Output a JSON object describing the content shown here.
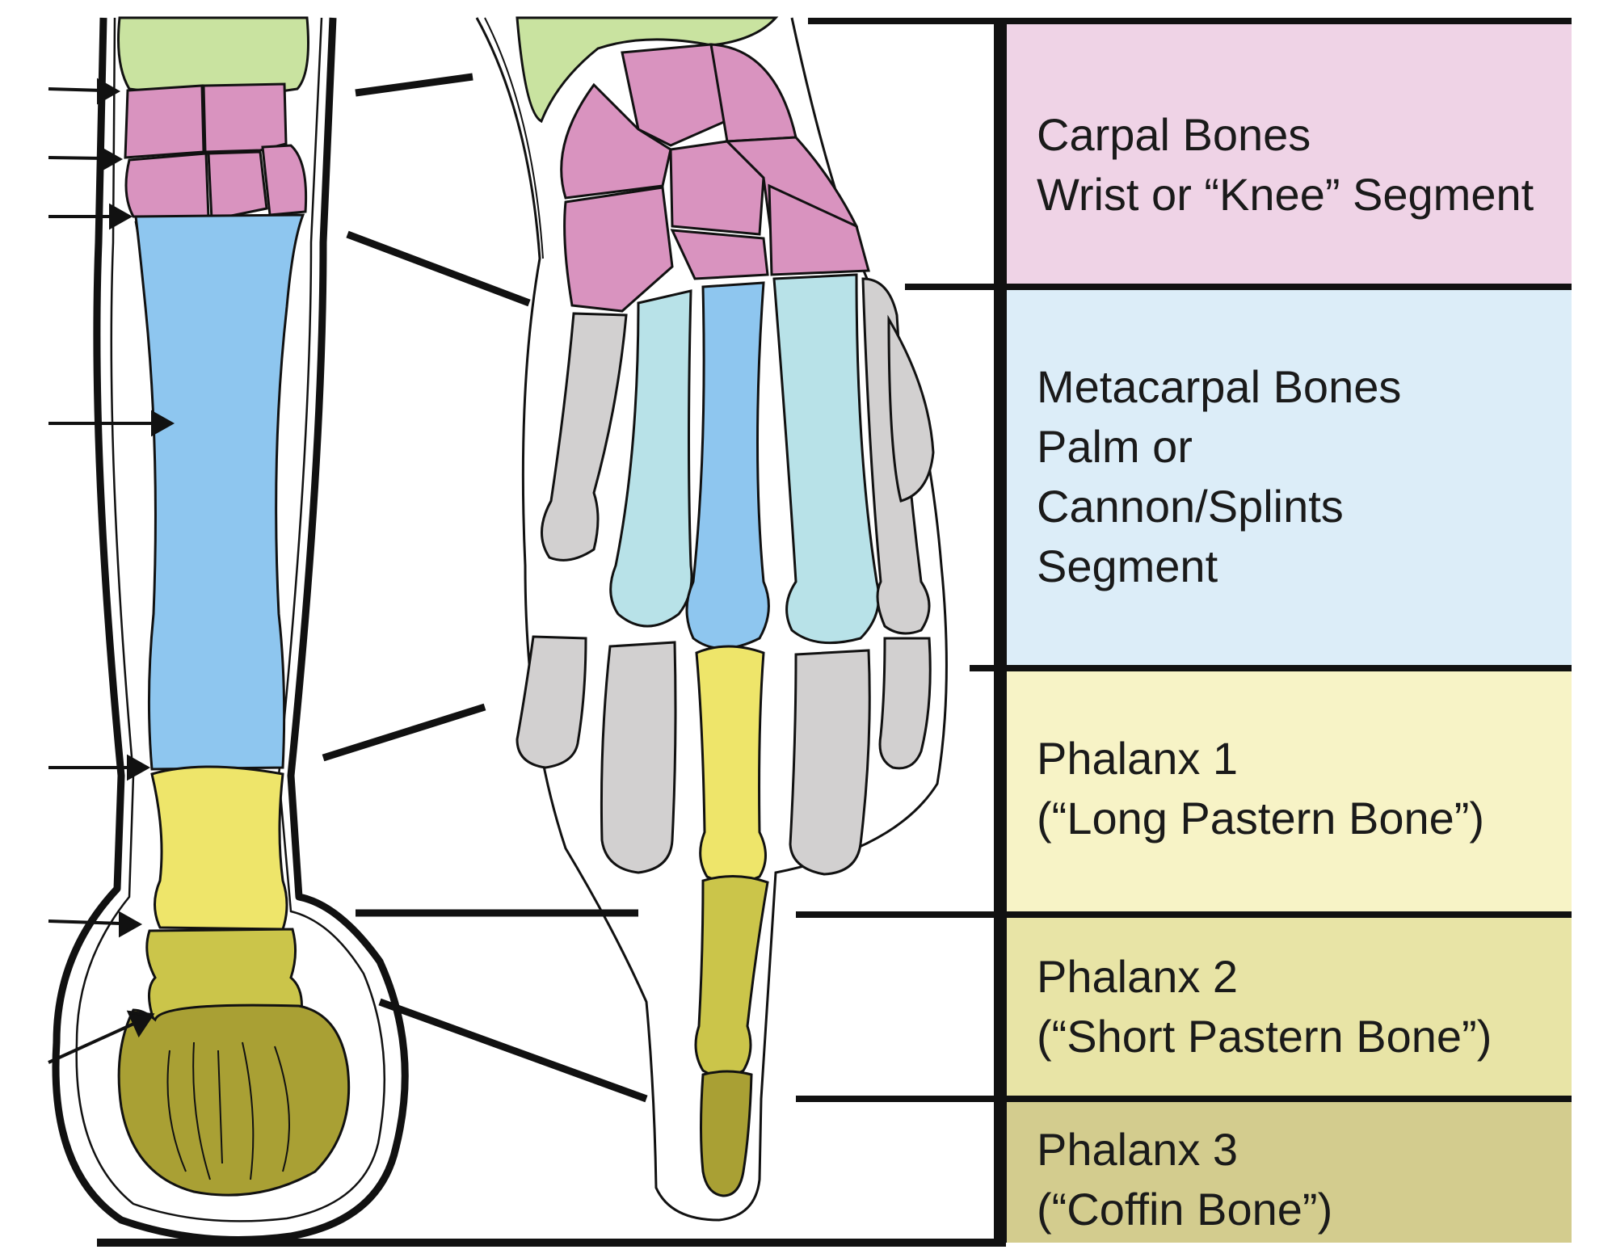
{
  "colors": {
    "carpal": "#d993bf",
    "carpal_panel": "#efd3e6",
    "metacarpal": "#8ec6ef",
    "metacarpal_light": "#b8e2e8",
    "metacarpal_panel": "#dcedf8",
    "phalanx1": "#eee56a",
    "phalanx1_panel": "#f7f3c6",
    "phalanx2": "#cbc54a",
    "phalanx2_panel": "#e8e4a6",
    "phalanx3": "#a9a034",
    "phalanx3_panel": "#d3cc8e",
    "radius": "#c9e3a0",
    "vestigial": "#d2d0d0",
    "outline": "#111111"
  },
  "segments": [
    {
      "id": "carpal",
      "lines": [
        "Carpal Bones",
        "Wrist or “Knee” Segment"
      ]
    },
    {
      "id": "metacarpal",
      "lines": [
        "Metacarpal Bones",
        "Palm or",
        "Cannon/Splints",
        "Segment"
      ]
    },
    {
      "id": "phalanx1",
      "lines": [
        "Phalanx 1",
        "(“Long Pastern Bone”)"
      ]
    },
    {
      "id": "phalanx2",
      "lines": [
        "Phalanx 2",
        "(“Short Pastern Bone”)"
      ]
    },
    {
      "id": "phalanx3",
      "lines": [
        "Phalanx 3",
        "(“Coffin Bone”)"
      ]
    }
  ]
}
